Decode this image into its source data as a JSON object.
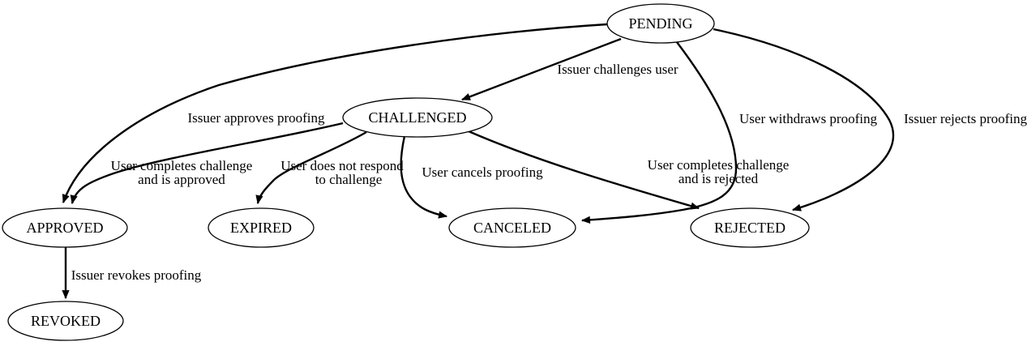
{
  "diagram": {
    "type": "state-machine",
    "background_color": "#ffffff",
    "line_color": "#000000",
    "text_color": "#000000",
    "nodes": {
      "pending": {
        "label": "PENDING"
      },
      "challenged": {
        "label": "CHALLENGED"
      },
      "approved": {
        "label": "APPROVED"
      },
      "expired": {
        "label": "EXPIRED"
      },
      "canceled": {
        "label": "CANCELED"
      },
      "rejected": {
        "label": "REJECTED"
      },
      "revoked": {
        "label": "REVOKED"
      }
    },
    "edges": {
      "pending_challenged": {
        "from": "PENDING",
        "to": "CHALLENGED",
        "label": "Issuer challenges user"
      },
      "pending_approved": {
        "from": "PENDING",
        "to": "APPROVED",
        "label": "Issuer approves proofing"
      },
      "pending_canceled": {
        "from": "PENDING",
        "to": "CANCELED",
        "label": "User withdraws proofing"
      },
      "pending_rejected": {
        "from": "PENDING",
        "to": "REJECTED",
        "label": "Issuer rejects proofing"
      },
      "challenged_approved": {
        "from": "CHALLENGED",
        "to": "APPROVED",
        "label": "User completes challenge and is approved",
        "label_lines": [
          "User completes challenge",
          "and is approved"
        ]
      },
      "challenged_expired": {
        "from": "CHALLENGED",
        "to": "EXPIRED",
        "label": "User does not respond to challenge",
        "label_lines": [
          "User does not respond",
          "to challenge"
        ]
      },
      "challenged_canceled": {
        "from": "CHALLENGED",
        "to": "CANCELED",
        "label": "User cancels proofing"
      },
      "challenged_rejected": {
        "from": "CHALLENGED",
        "to": "REJECTED",
        "label": "User completes challenge and is rejected",
        "label_lines": [
          "User completes challenge",
          "and is rejected"
        ]
      },
      "approved_revoked": {
        "from": "APPROVED",
        "to": "REVOKED",
        "label": "Issuer revokes proofing"
      }
    }
  }
}
